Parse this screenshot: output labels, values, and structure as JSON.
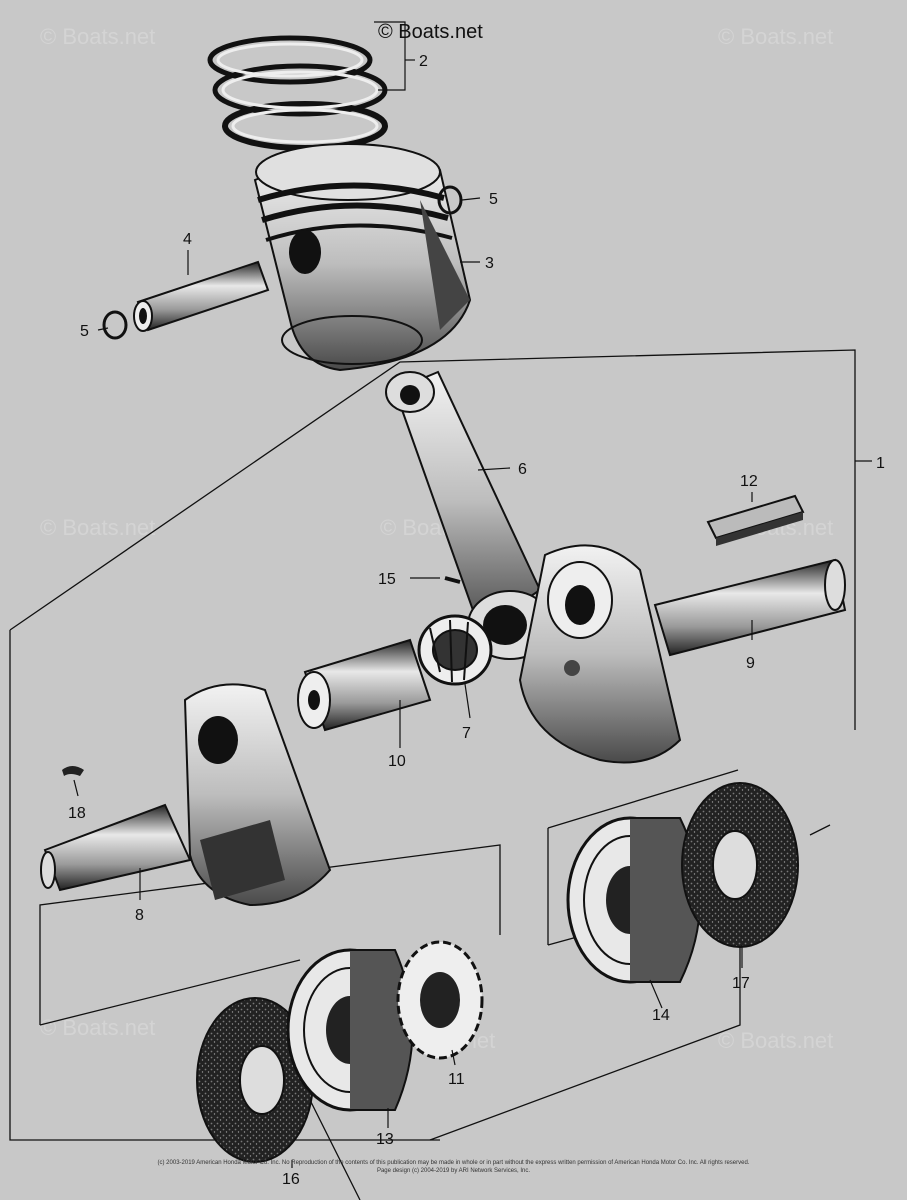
{
  "brand": "© Boats.net",
  "watermark": "© Boats.net",
  "footer": {
    "line1": "(c) 2003-2019 American Honda Motor Co. Inc. No Reproduction of the contents of this publication may be made in whole or in part without the express written permission of American Honda Motor Co. Inc. All rights reserved.",
    "line2": "Page design (c) 2004-2019 by ARI Network Services, Inc."
  },
  "callouts": {
    "c1": "1",
    "c2": "2",
    "c3": "3",
    "c4": "4",
    "c5a": "5",
    "c5b": "5",
    "c6": "6",
    "c7": "7",
    "c8": "8",
    "c9": "9",
    "c10": "10",
    "c11": "11",
    "c12": "12",
    "c13": "13",
    "c14": "14",
    "c15": "15",
    "c16": "16",
    "c17": "17",
    "c18": "18"
  }
}
